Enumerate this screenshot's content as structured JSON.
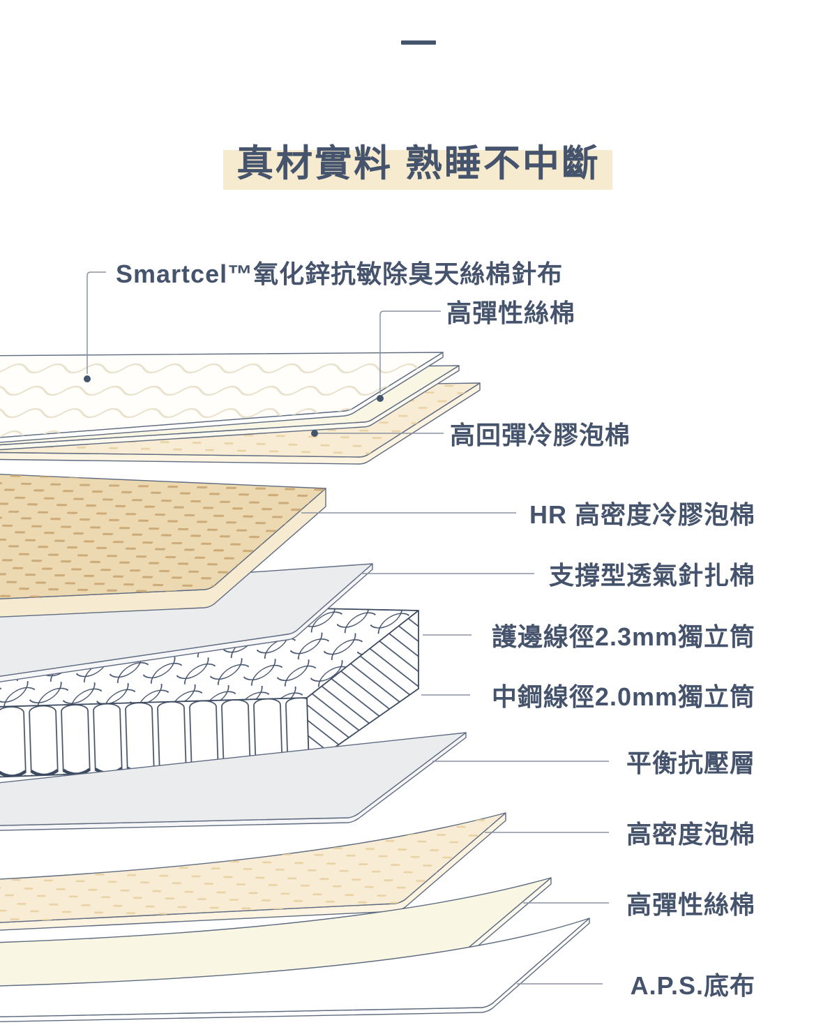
{
  "header": {
    "ornament": "—",
    "title": "真材實料 熟睡不中斷",
    "title_color": "#45546c",
    "highlight_color": "#f6ebcf"
  },
  "callouts": {
    "smartcel": "Smartcel™氧化鋅抗敏除臭天絲棉針布",
    "silk_top": "高彈性絲棉",
    "cold_foam": "高回彈冷膠泡棉",
    "hr_foam": "HR 高密度冷膠泡棉",
    "support": "支撐型透氣針扎棉",
    "edge_coil": "護邊線徑2.3mm獨立筒",
    "center_coil": "中鋼線徑2.0mm獨立筒",
    "balance": "平衡抗壓層",
    "hd_foam": "高密度泡棉",
    "silk_bottom": "高彈性絲棉",
    "aps": "A.P.S.底布"
  },
  "layers_top_to_bottom": [
    {
      "label": "Smartcel™氧化鋅抗敏除臭天絲棉針布",
      "top_color": "#fffefb",
      "pattern": "quilt-zigzag"
    },
    {
      "label": "高彈性絲棉",
      "top_color": "#f9f6e4",
      "pattern": "none"
    },
    {
      "label": "高回彈冷膠泡棉",
      "top_color": "#f8ecd5",
      "pattern": "soft-dash"
    },
    {
      "label": "HR 高密度冷膠泡棉",
      "top_color": "#ecd9b1",
      "pattern": "dense-dash"
    },
    {
      "label": "支撐型透氣針扎棉",
      "top_color": "#ebecee",
      "pattern": "none"
    },
    {
      "label": "護邊線徑2.3mm獨立筒 / 中鋼線徑2.0mm獨立筒",
      "top_color": "#ffffff",
      "pattern": "pocket-coils"
    },
    {
      "label": "平衡抗壓層",
      "top_color": "#ebecee",
      "pattern": "none"
    },
    {
      "label": "高密度泡棉",
      "top_color": "#f8ecd5",
      "pattern": "soft-dash"
    },
    {
      "label": "高彈性絲棉",
      "top_color": "#f9f6e4",
      "pattern": "none"
    },
    {
      "label": "A.P.S.底布",
      "top_color": "#ffffff",
      "pattern": "none"
    }
  ],
  "palette": {
    "text": "#45546c",
    "highlight": "#f6ebcf",
    "outline": "#5e6b80",
    "spring_outline": "#3d4b61",
    "leader_line": "#8a93a3",
    "leader_dot": "#44546a",
    "cream": "#f9f6e4",
    "peach": "#f8ecd5",
    "tan": "#ecd9b1",
    "gray": "#ebecee",
    "white": "#fffefb"
  }
}
